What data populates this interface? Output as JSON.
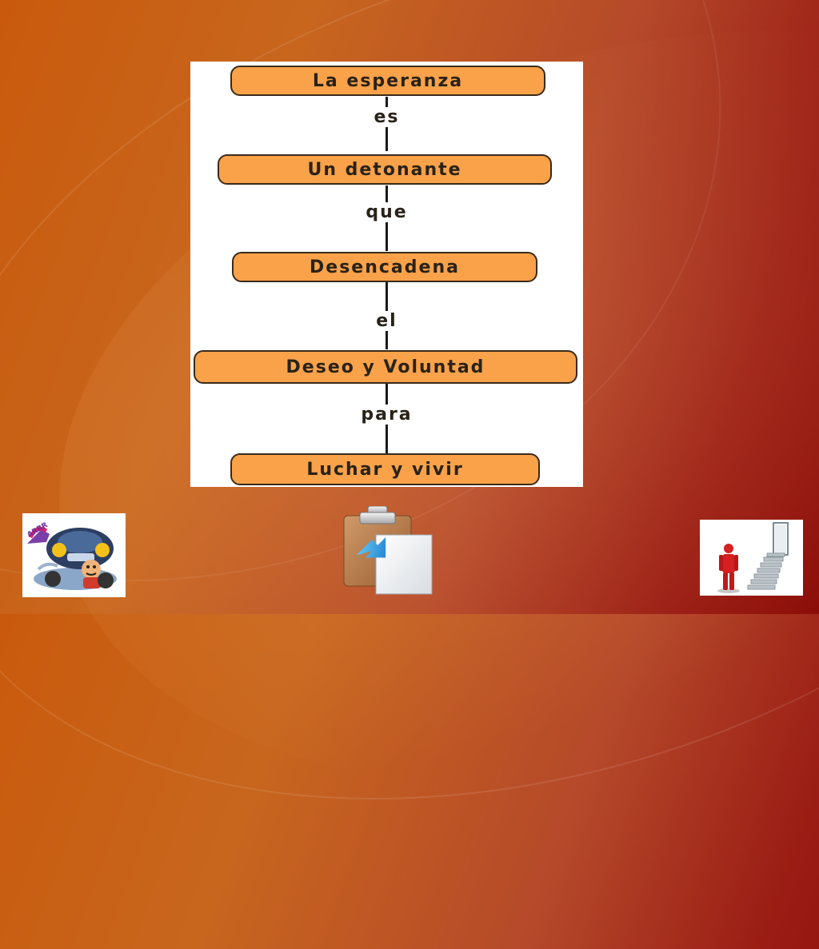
{
  "diagram": {
    "nodes": [
      "La esperanza",
      "Un detonante",
      "Desencadena",
      "Deseo y Voluntad",
      "Luchar y vivir"
    ],
    "connectors": [
      "es",
      "que",
      "el",
      "para"
    ],
    "colors": {
      "node_fill": "#f9a24a",
      "node_border": "#3a2a1a",
      "line": "#1a1a1a"
    }
  },
  "icons": {
    "left": "cartoon-character-icon",
    "center": "paste-clipboard-icon",
    "right": "person-staircase-icon"
  }
}
